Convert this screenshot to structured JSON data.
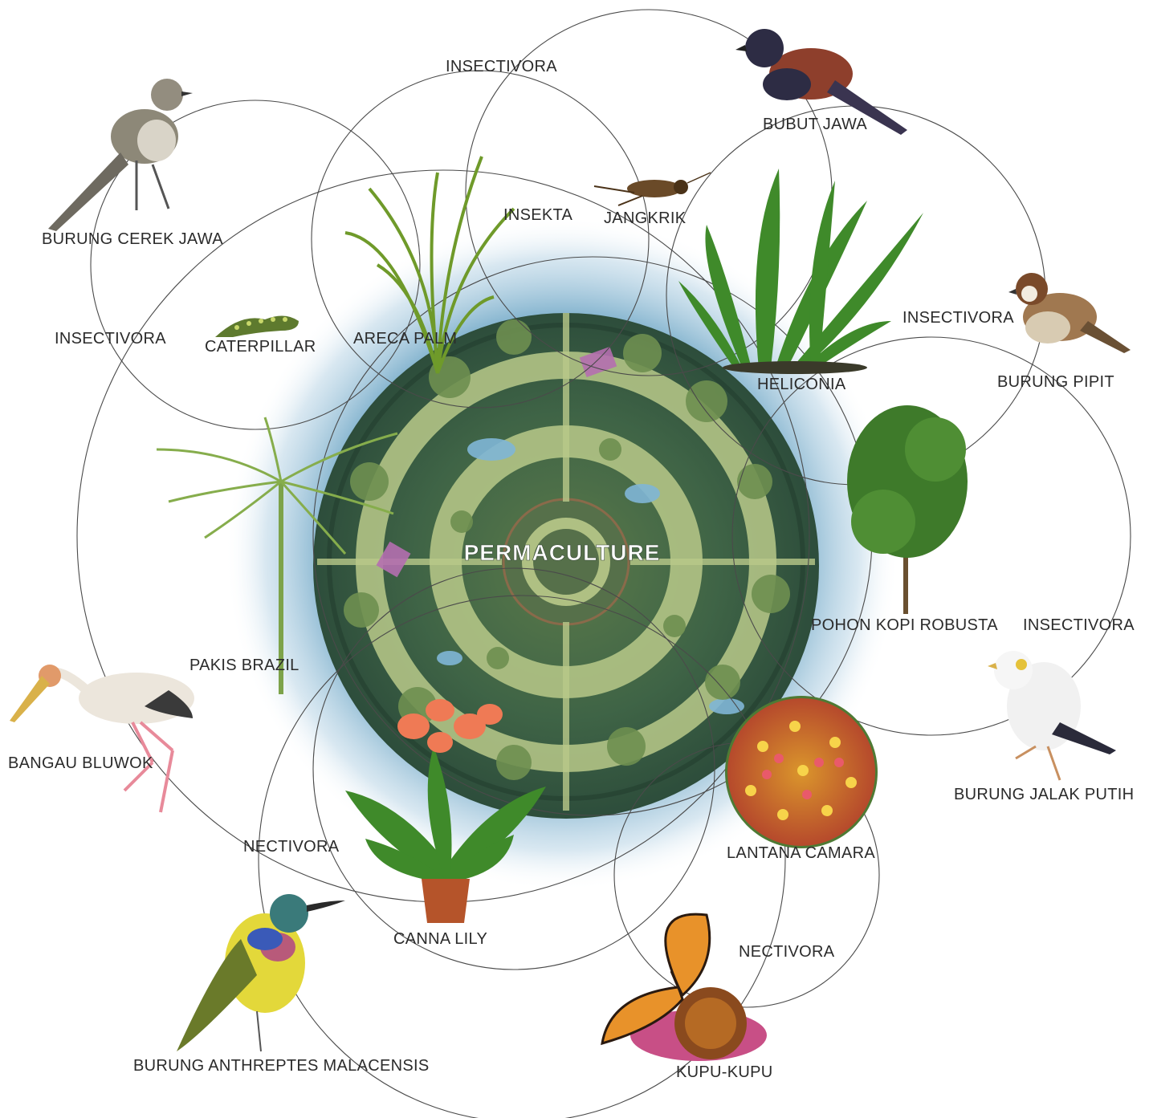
{
  "center": {
    "label": "PERMACULTURE"
  },
  "organisms": {
    "burung_cerek_jawa": "BURUNG CEREK JAWA",
    "caterpillar": "CATERPILLAR",
    "areca_palm": "ARECA PALM",
    "insekta": "INSEKTA",
    "jangkrik": "JANGKRIK",
    "bubut_jawa": "BUBUT JAWA",
    "heliconia": "HELICONIA",
    "burung_pipit": "BURUNG PIPIT",
    "pakis_brazil": "PAKIS BRAZIL",
    "pohon_kopi_robusta": "POHON KOPI ROBUSTA",
    "bangau_bluwok": "BANGAU BLUWOK",
    "burung_jalak_putih": "BURUNG JALAK PUTIH",
    "lantana_camara": "LANTANA CAMARA",
    "canna_lily": "CANNA LILY",
    "kupu_kupu": "KUPU-KUPU",
    "burung_anthreptes": "BURUNG ANTHREPTES MALACENSIS"
  },
  "relations": {
    "insectivora_top": "INSECTIVORA",
    "insectivora_left": "INSECTIVORA",
    "insectivora_right": "INSECTIVORA",
    "insectivora_far_right": "INSECTIVORA",
    "nectivora_left": "NECTIVORA",
    "nectivora_bottom": "NECTIVORA"
  },
  "colors": {
    "garden_dark": "#2f4f3a",
    "garden_light": "#b9c98a",
    "water": "#7fb6d6",
    "ring": "#4a4a4a"
  }
}
